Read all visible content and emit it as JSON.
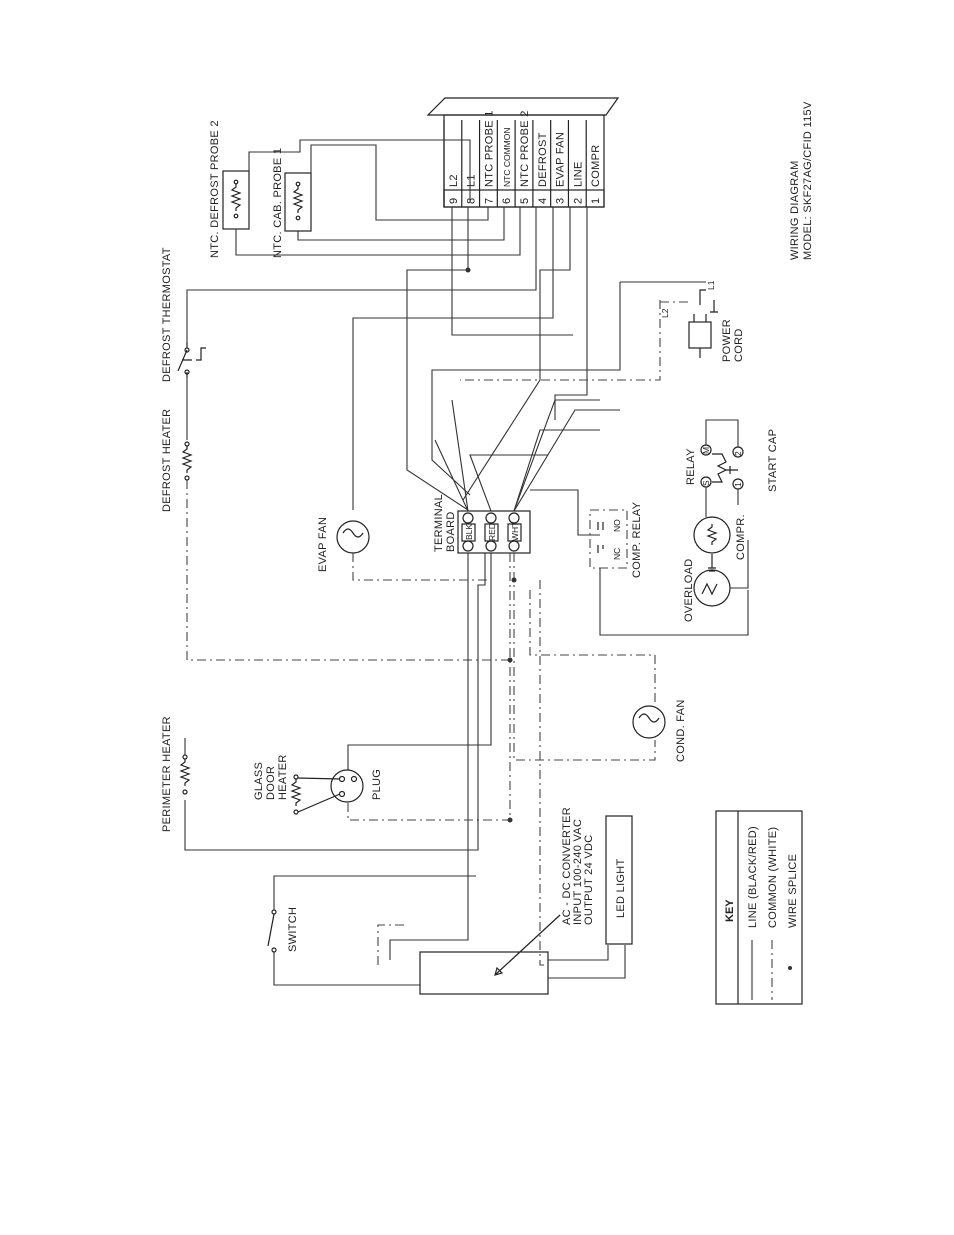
{
  "title": {
    "line1": "WIRING DIAGRAM",
    "line2": "MODEL: SKF27AG/CFID 115V"
  },
  "controller": {
    "terminals": [
      {
        "num": "9",
        "label": "L2"
      },
      {
        "num": "8",
        "label": "L1"
      },
      {
        "num": "7",
        "label": "NTC PROBE 1"
      },
      {
        "num": "6",
        "label": "NTC COMMON"
      },
      {
        "num": "5",
        "label": "NTC PROBE 2"
      },
      {
        "num": "4",
        "label": "DEFROST"
      },
      {
        "num": "3",
        "label": "EVAP FAN"
      },
      {
        "num": "2",
        "label": "LINE"
      },
      {
        "num": "1",
        "label": "COMPR"
      }
    ]
  },
  "components": {
    "ntc_defrost_probe_2": "NTC. DEFROST PROBE 2",
    "ntc_cab_probe_1": "NTC. CAB. PROBE 1",
    "defrost_thermostat": "DEFROST THERMOSTAT",
    "defrost_heater": "DEFROST HEATER",
    "evap_fan": "EVAP FAN",
    "perimeter_heater": "PERIMETER HEATER",
    "glass_door_heater": [
      "GLASS",
      "DOOR",
      "HEATER"
    ],
    "plug": "PLUG",
    "switch": "SWITCH",
    "converter": [
      "AC - DC CONVERTER",
      "INPUT 100-240 VAC",
      "OUTPUT 24 VDC"
    ],
    "led_light": "LED LIGHT",
    "terminal_board": [
      "TERMINAL",
      "BOARD"
    ],
    "terminal_tags": [
      "BLK",
      "RED",
      "WHT"
    ],
    "cond_fan": "COND. FAN",
    "comp_relay": "COMP. RELAY",
    "comp_relay_nc": "NC",
    "comp_relay_no": "NO",
    "overload": "OVERLOAD",
    "compr": "COMPR.",
    "relay": "RELAY",
    "start_cap": "START CAP",
    "power_cord": [
      "POWER",
      "CORD"
    ],
    "l1": "L1",
    "l2": "L2",
    "relay_pins": [
      "S",
      "M",
      "2",
      "1"
    ]
  },
  "key": {
    "title": "KEY",
    "entries": [
      "LINE (BLACK/RED)",
      "COMMON (WHITE)",
      "WIRE SPLICE"
    ]
  }
}
